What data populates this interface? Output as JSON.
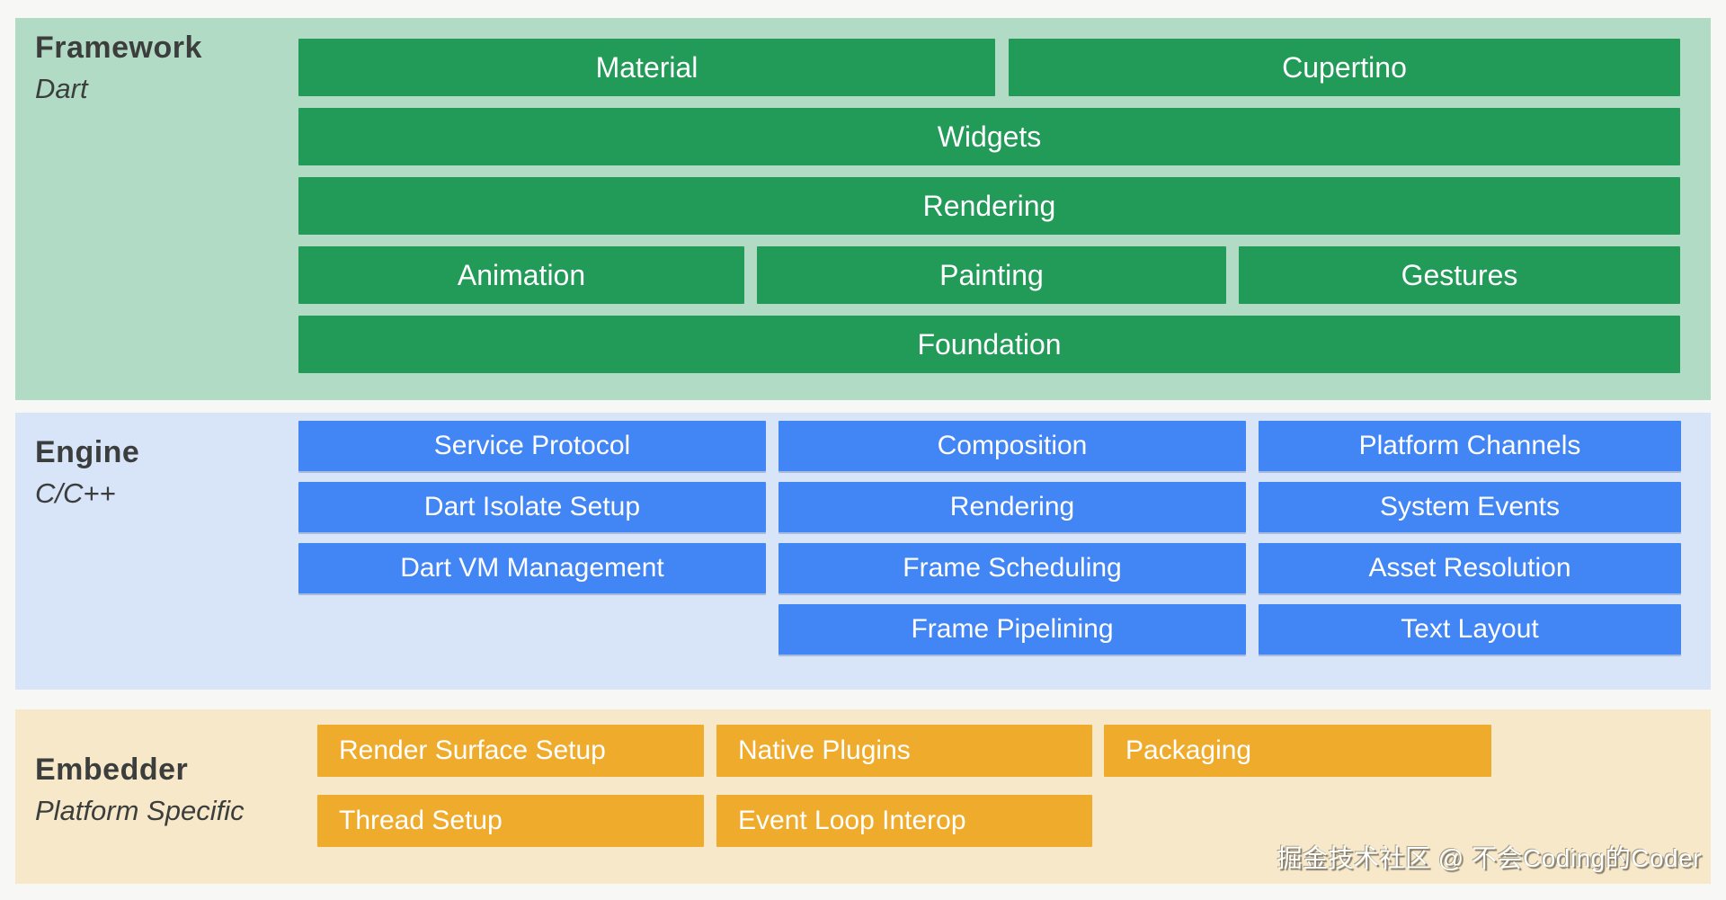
{
  "colors": {
    "page_bg": "#f7f8f6",
    "mint": "#b2dbc5",
    "green": "#229a58",
    "light_blue": "#d8e4f7",
    "blue": "#4285f4",
    "tan": "#f6e8c8",
    "orange": "#efab2c",
    "label_color": "#3c3e3d",
    "tile_text": "#ffffff"
  },
  "framework": {
    "title": "Framework",
    "subtitle": "Dart",
    "tiles": {
      "material": "Material",
      "cupertino": "Cupertino",
      "widgets": "Widgets",
      "rendering": "Rendering",
      "animation": "Animation",
      "painting": "Painting",
      "gestures": "Gestures",
      "foundation": "Foundation"
    }
  },
  "engine": {
    "title": "Engine",
    "subtitle": "C/C++",
    "tiles": {
      "service_protocol": "Service Protocol",
      "dart_isolate_setup": "Dart Isolate Setup",
      "dart_vm_management": "Dart VM Management",
      "composition": "Composition",
      "rendering": "Rendering",
      "frame_scheduling": "Frame Scheduling",
      "frame_pipelining": "Frame Pipelining",
      "platform_channels": "Platform Channels",
      "system_events": "System Events",
      "asset_resolution": "Asset Resolution",
      "text_layout": "Text Layout"
    }
  },
  "embedder": {
    "title": "Embedder",
    "subtitle": "Platform Specific",
    "tiles": {
      "render_surface_setup": "Render Surface Setup",
      "native_plugins": "Native Plugins",
      "packaging": "Packaging",
      "thread_setup": "Thread Setup",
      "event_loop_interop": "Event Loop Interop"
    }
  },
  "watermark": "掘金技术社区 @ 不会Coding的Coder"
}
